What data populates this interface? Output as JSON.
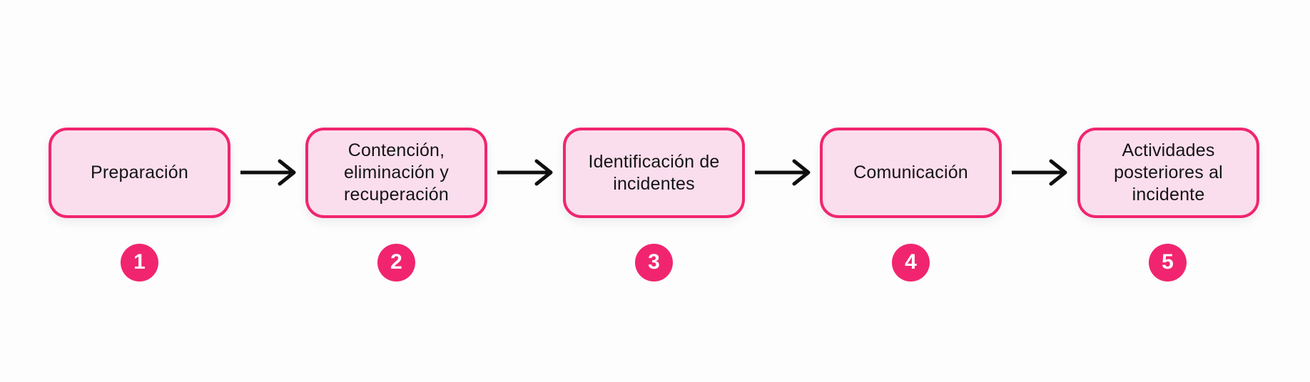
{
  "diagram": {
    "type": "horizontal-process-flow",
    "language": "es",
    "colors": {
      "accent": "#f1256f",
      "box_fill": "#fbdeed",
      "text": "#141414",
      "arrow": "#0f0f0f",
      "background": "#fdfdfe"
    },
    "steps": [
      {
        "number": "1",
        "label": "Preparación"
      },
      {
        "number": "2",
        "label": "Contención, eliminación y recuperación"
      },
      {
        "number": "3",
        "label": "Identificación de incidentes"
      },
      {
        "number": "4",
        "label": "Comunicación"
      },
      {
        "number": "5",
        "label": "Actividades posteriores al incidente"
      }
    ],
    "connector": "right-arrow"
  }
}
